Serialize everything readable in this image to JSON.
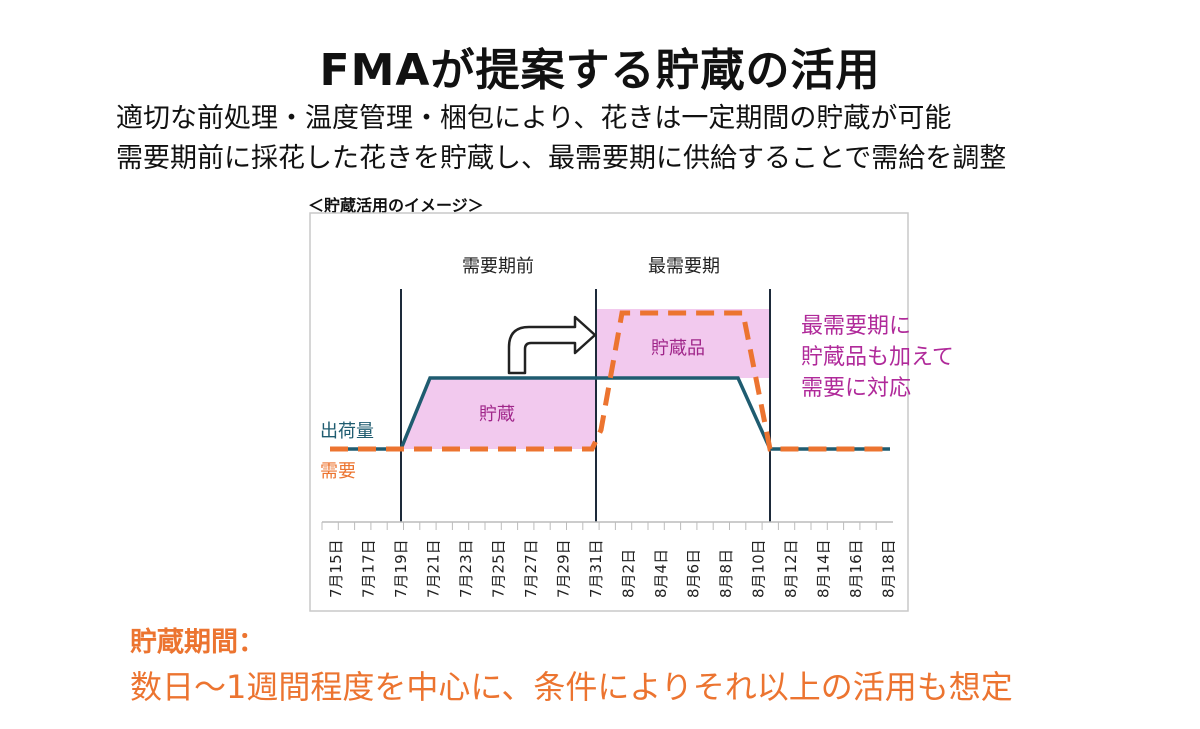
{
  "title": "FMAが提案する貯蔵の活用",
  "subtitle_lines": [
    "適切な前処理・温度管理・梱包により、花きは一定期間の貯蔵が可能",
    "需要期前に採花した花きを貯蔵し、最需要期に供給することで需給を調整"
  ],
  "diagram": {
    "caption": "＜貯蔵活用のイメージ＞",
    "phase_labels": [
      "需要期前",
      "最需要期"
    ],
    "storage_label": "貯蔵",
    "stored_goods_label": "貯蔵品",
    "note_lines": [
      "最需要期に",
      "貯蔵品も加えて",
      "需要に対応"
    ],
    "legend": {
      "shipment": "出荷量",
      "demand": "需要"
    },
    "dates": [
      "7月15日",
      "7月17日",
      "7月19日",
      "7月21日",
      "7月23日",
      "7月25日",
      "7月27日",
      "7月29日",
      "7月31日",
      "8月2日",
      "8月4日",
      "8月6日",
      "8月8日",
      "8月10日",
      "8月12日",
      "8月14日",
      "8月16日",
      "8月18日"
    ],
    "colors": {
      "shipment": "#1f5c70",
      "demand": "#ec7430",
      "fill": "#f2c9ee",
      "note": "#b02a9a",
      "frame": "#c9c9c9"
    }
  },
  "storage_period": {
    "heading": "貯蔵期間：",
    "text": "数日～1週間程度を中心に、条件によりそれ以上の活用も想定"
  }
}
